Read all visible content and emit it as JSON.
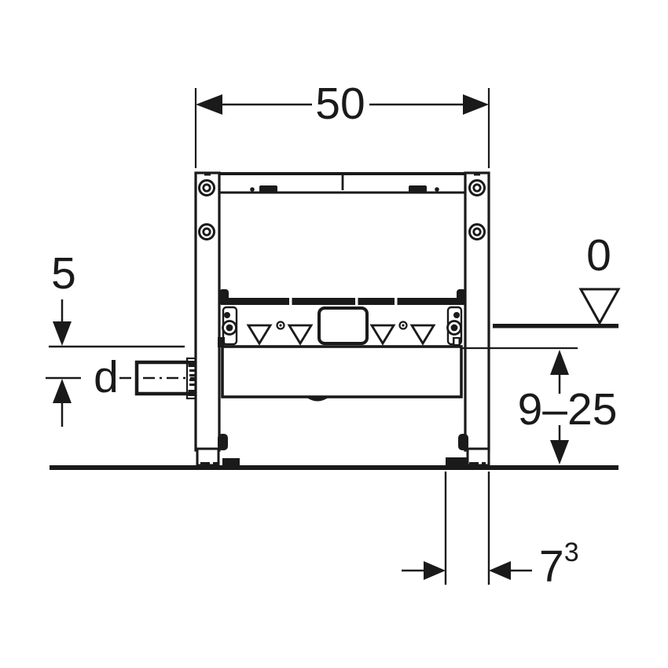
{
  "colors": {
    "line": "#1a1a1a",
    "background": "#ffffff"
  },
  "drawing": {
    "type": "installation-diagram-front-view",
    "dimensions": {
      "frame_width": "50",
      "trap_offset": "5",
      "outlet_diameter": "d",
      "finished_floor_level": "0",
      "installation_height_range": "9–25",
      "foot_dimension_value": "7",
      "foot_dimension_exponent": "3"
    }
  }
}
